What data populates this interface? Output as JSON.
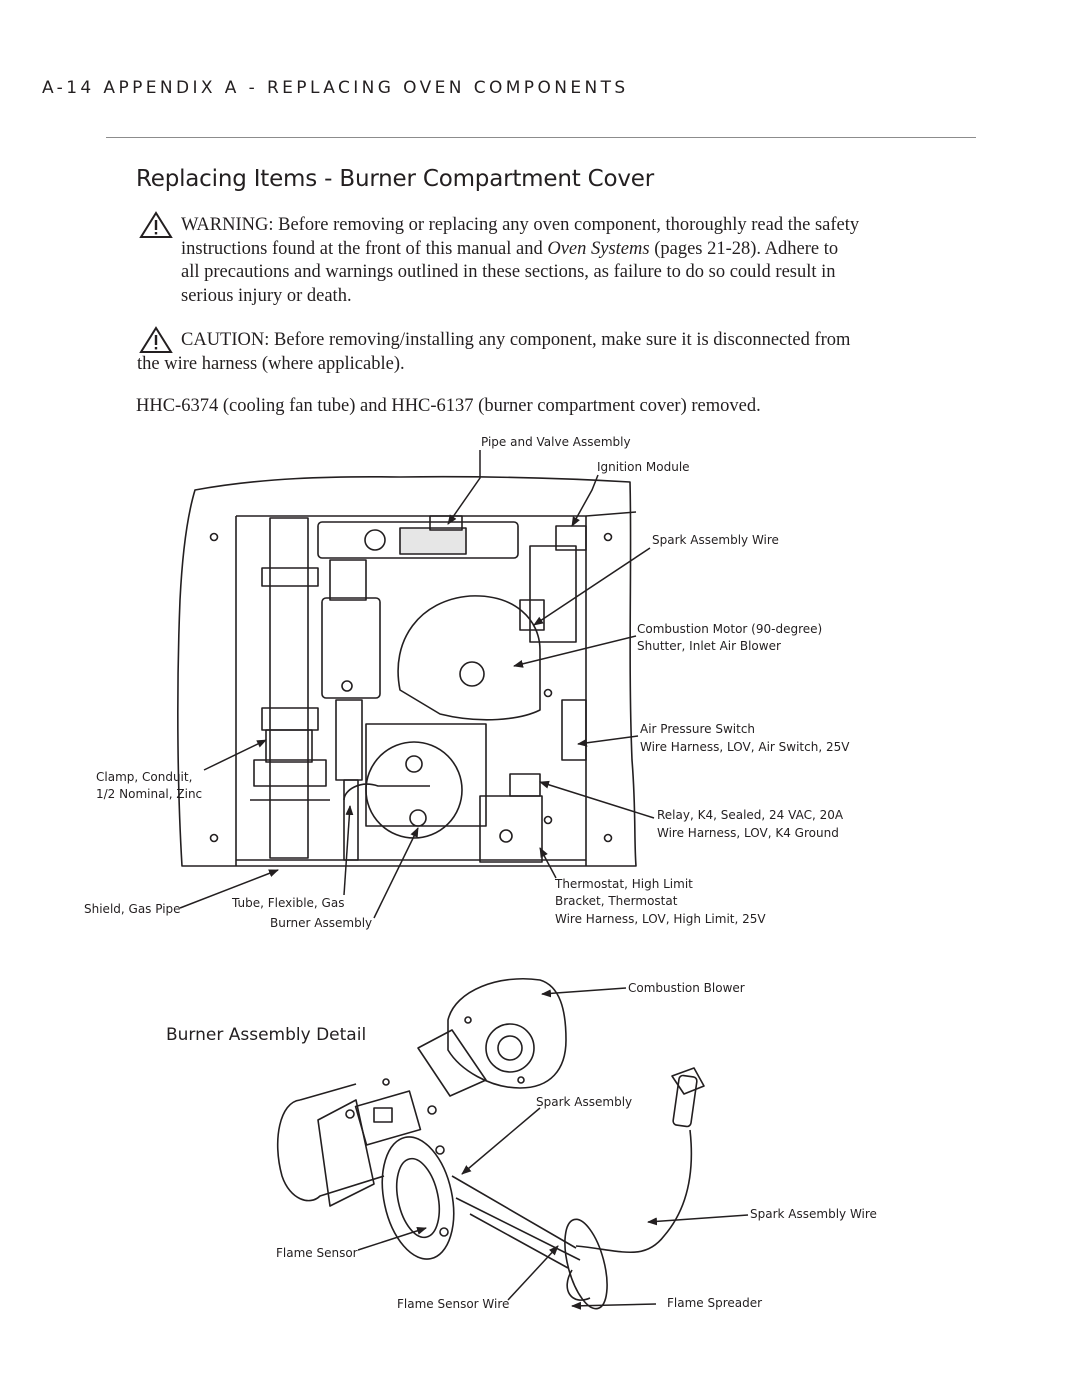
{
  "header": {
    "text": "A-14  APPENDIX A - REPLACING OVEN COMPONENTS"
  },
  "title": "Replacing Items - Burner Compartment Cover",
  "warning": {
    "lines": [
      "WARNING: Before removing or replacing any oven component, thoroughly read the safety",
      "instructions found at the front of this manual and",
      "Oven Systems",
      "(pages 21-28). Adhere to",
      "all precautions and warnings outlined in these sections, as failure to do so could result in",
      "serious injury or death."
    ]
  },
  "caution": {
    "lines": [
      "CAUTION: Before removing/installing any component, make sure it is disconnected from",
      "the wire harness (where applicable)."
    ]
  },
  "note": "HHC-6374 (cooling fan tube) and HHC-6137 (burner compartment cover) removed.",
  "figure1_labels": {
    "pipe_valve": "Pipe and Valve Assembly",
    "ignition_module": "Ignition Module",
    "spark_wire": "Spark Assembly Wire",
    "combustion_motor": "Combustion Motor (90-degree)",
    "shutter": "Shutter, Inlet Air Blower",
    "air_switch": "Air Pressure Switch",
    "harness_air": "Wire Harness, LOV, Air Switch, 25V",
    "clamp": "Clamp, Conduit,",
    "clamp2": "1/2 Nominal, Zinc",
    "relay": "Relay, K4, Sealed, 24 VAC, 20A",
    "harness_k4": "Wire Harness, LOV, K4 Ground",
    "thermostat": "Thermostat, High Limit",
    "bracket": "Bracket, Thermostat",
    "harness_limit": "Wire Harness, LOV, High Limit, 25V",
    "shield": "Shield, Gas Pipe",
    "tube": "Tube, Flexible, Gas",
    "burner": "Burner Assembly"
  },
  "figure2": {
    "subtitle": "Burner Assembly Detail",
    "labels": {
      "blower": "Combustion Blower",
      "spark": "Spark Assembly",
      "spark_wire": "Spark Assembly Wire",
      "flame_sensor": "Flame Sensor",
      "flame_sensor_wire": "Flame Sensor Wire",
      "flame_spreader": "Flame Spreader"
    }
  }
}
